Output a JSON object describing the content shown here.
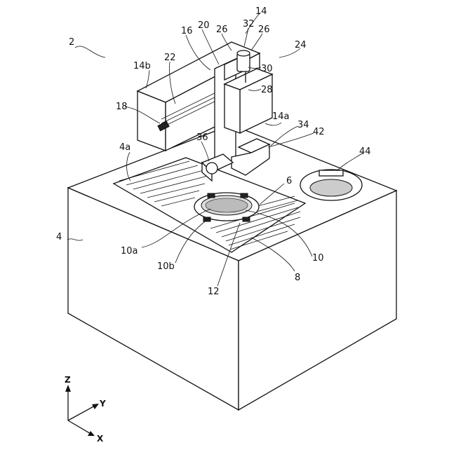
{
  "labels": {
    "l2": "2",
    "l4": "4",
    "l4a": "4a",
    "l6": "6",
    "l8": "8",
    "l10": "10",
    "l10a": "10a",
    "l10b": "10b",
    "l12": "12",
    "l14": "14",
    "l14a": "14a",
    "l14b": "14b",
    "l16": "16",
    "l18": "18",
    "l20": "20",
    "l22": "22",
    "l24": "24",
    "l26a": "26",
    "l26b": "26",
    "l28": "28",
    "l30": "30",
    "l32": "32",
    "l34": "34",
    "l36": "36",
    "l42": "42",
    "l44": "44"
  },
  "axes": {
    "z": "Z",
    "y": "Y",
    "x": "X"
  }
}
